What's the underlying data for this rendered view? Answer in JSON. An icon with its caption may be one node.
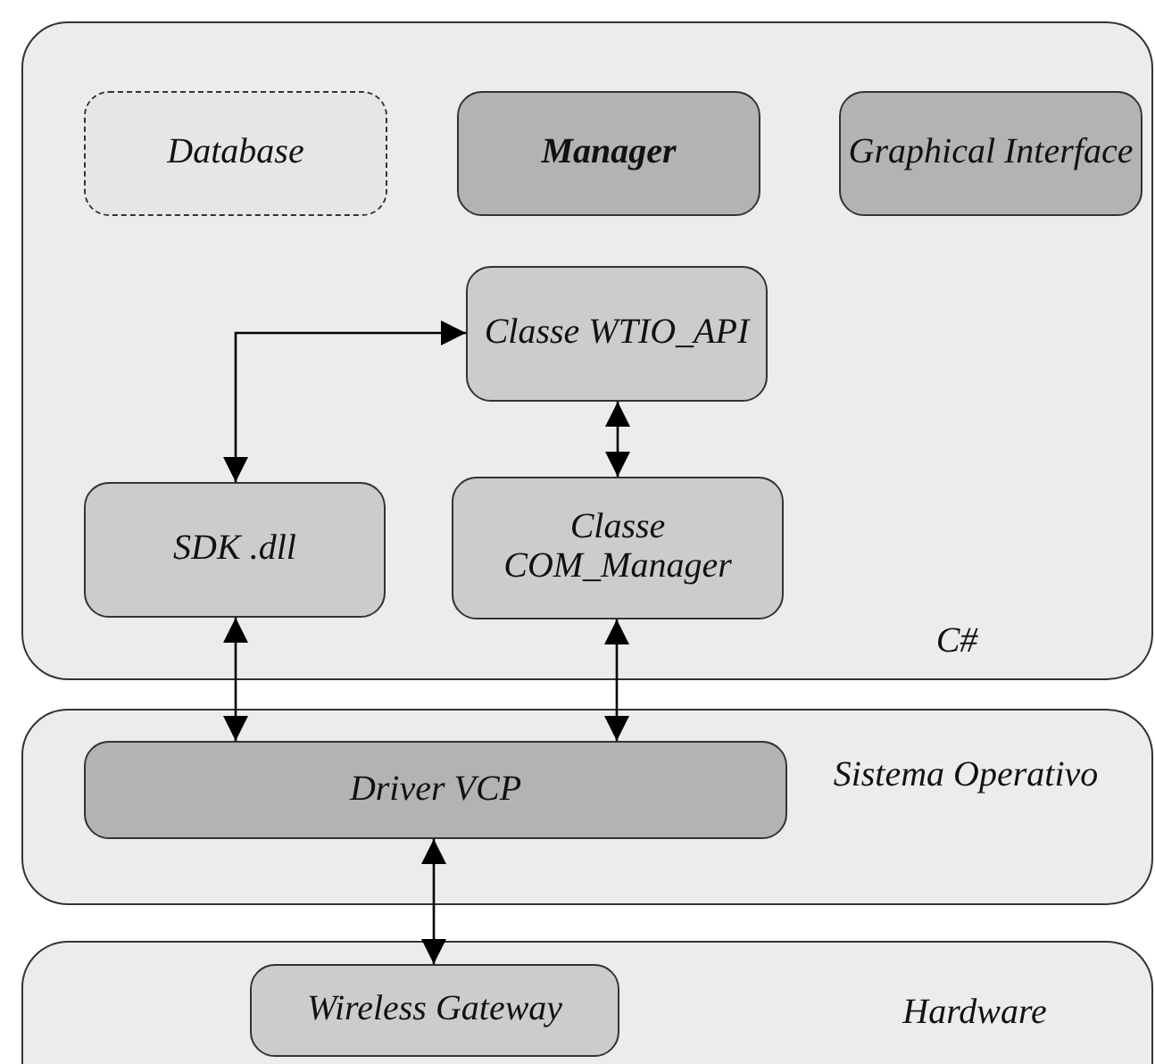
{
  "diagram": {
    "nodes": [
      {
        "text": [
          "C#"
        ]
      },
      {
        "text": [
          "Database"
        ],
        "in": 0
      },
      {
        "text": [
          "Manager"
        ],
        "in": 0
      },
      {
        "text": [
          "Graphical Interface"
        ],
        "in": 0
      },
      {
        "text": [
          "Classe WTIO_API"
        ],
        "in": 0
      },
      {
        "text": [
          "SDK .dll"
        ],
        "in": 0
      },
      {
        "text": [
          "Classe COM_Manager"
        ],
        "in": 0
      },
      {
        "text": [
          "Sistema Operativo"
        ]
      },
      {
        "text": [
          "*Driver* VCP"
        ],
        "in": 7
      },
      {
        "text": [
          "Hardware"
        ]
      },
      {
        "text": [
          "Wireless Gateway"
        ],
        "in": 9
      }
    ],
    "edges": [
      {
        "from": 5,
        "to": 4,
        "arrow": "both"
      },
      {
        "from": 4,
        "to": 6,
        "arrow": "both"
      },
      {
        "from": 5,
        "to": 8,
        "arrow": "both"
      },
      {
        "from": 6,
        "to": 8,
        "arrow": "both"
      },
      {
        "from": 8,
        "to": 10,
        "arrow": "both"
      }
    ]
  }
}
